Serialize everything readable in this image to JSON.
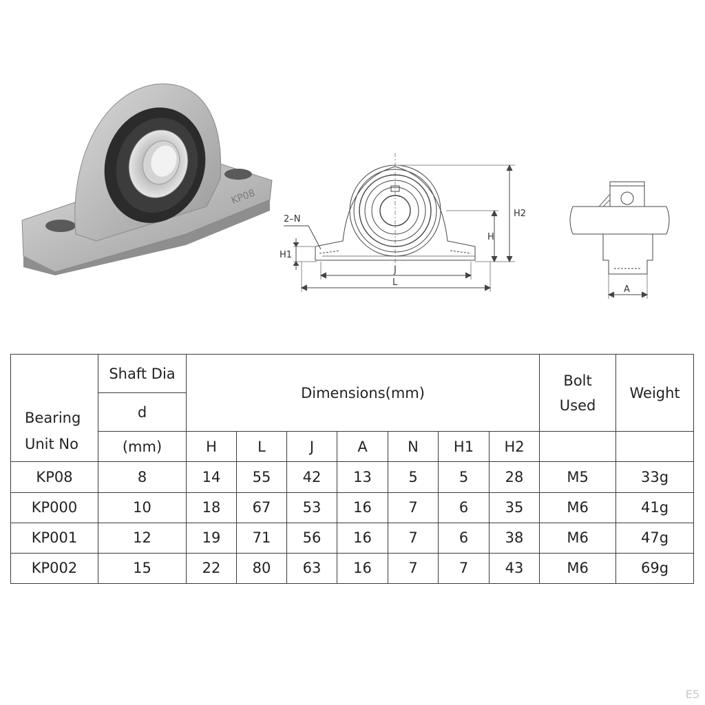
{
  "drawing": {
    "labels": {
      "n": "2–N",
      "h1": "H1",
      "j": "J",
      "l": "L",
      "h": "H",
      "h2": "H2",
      "a": "A"
    },
    "housing_marking": "KP08"
  },
  "table": {
    "header": {
      "bearing_line1": "Bearing",
      "bearing_line2": "Unit No",
      "shaft_line1": "Shaft Dia",
      "shaft_line2": "d",
      "shaft_line3": "(mm)",
      "dimensions": "Dimensions(mm)",
      "bolt_line1": "Bolt",
      "bolt_line2": "Used",
      "weight": "Weight",
      "dim_cols": [
        "H",
        "L",
        "J",
        "A",
        "N",
        "H1",
        "H2"
      ]
    },
    "rows": [
      {
        "unit": "KP08",
        "d": "8",
        "dims": [
          "14",
          "55",
          "42",
          "13",
          "5",
          "5",
          "28"
        ],
        "bolt": "M5",
        "weight": "33g"
      },
      {
        "unit": "KP000",
        "d": "10",
        "dims": [
          "18",
          "67",
          "53",
          "16",
          "7",
          "6",
          "35"
        ],
        "bolt": "M6",
        "weight": "41g"
      },
      {
        "unit": "KP001",
        "d": "12",
        "dims": [
          "19",
          "71",
          "56",
          "16",
          "7",
          "6",
          "38"
        ],
        "bolt": "M6",
        "weight": "47g"
      },
      {
        "unit": "KP002",
        "d": "15",
        "dims": [
          "22",
          "80",
          "63",
          "16",
          "7",
          "7",
          "43"
        ],
        "bolt": "M6",
        "weight": "69g"
      }
    ]
  },
  "corner_mark": "E5"
}
